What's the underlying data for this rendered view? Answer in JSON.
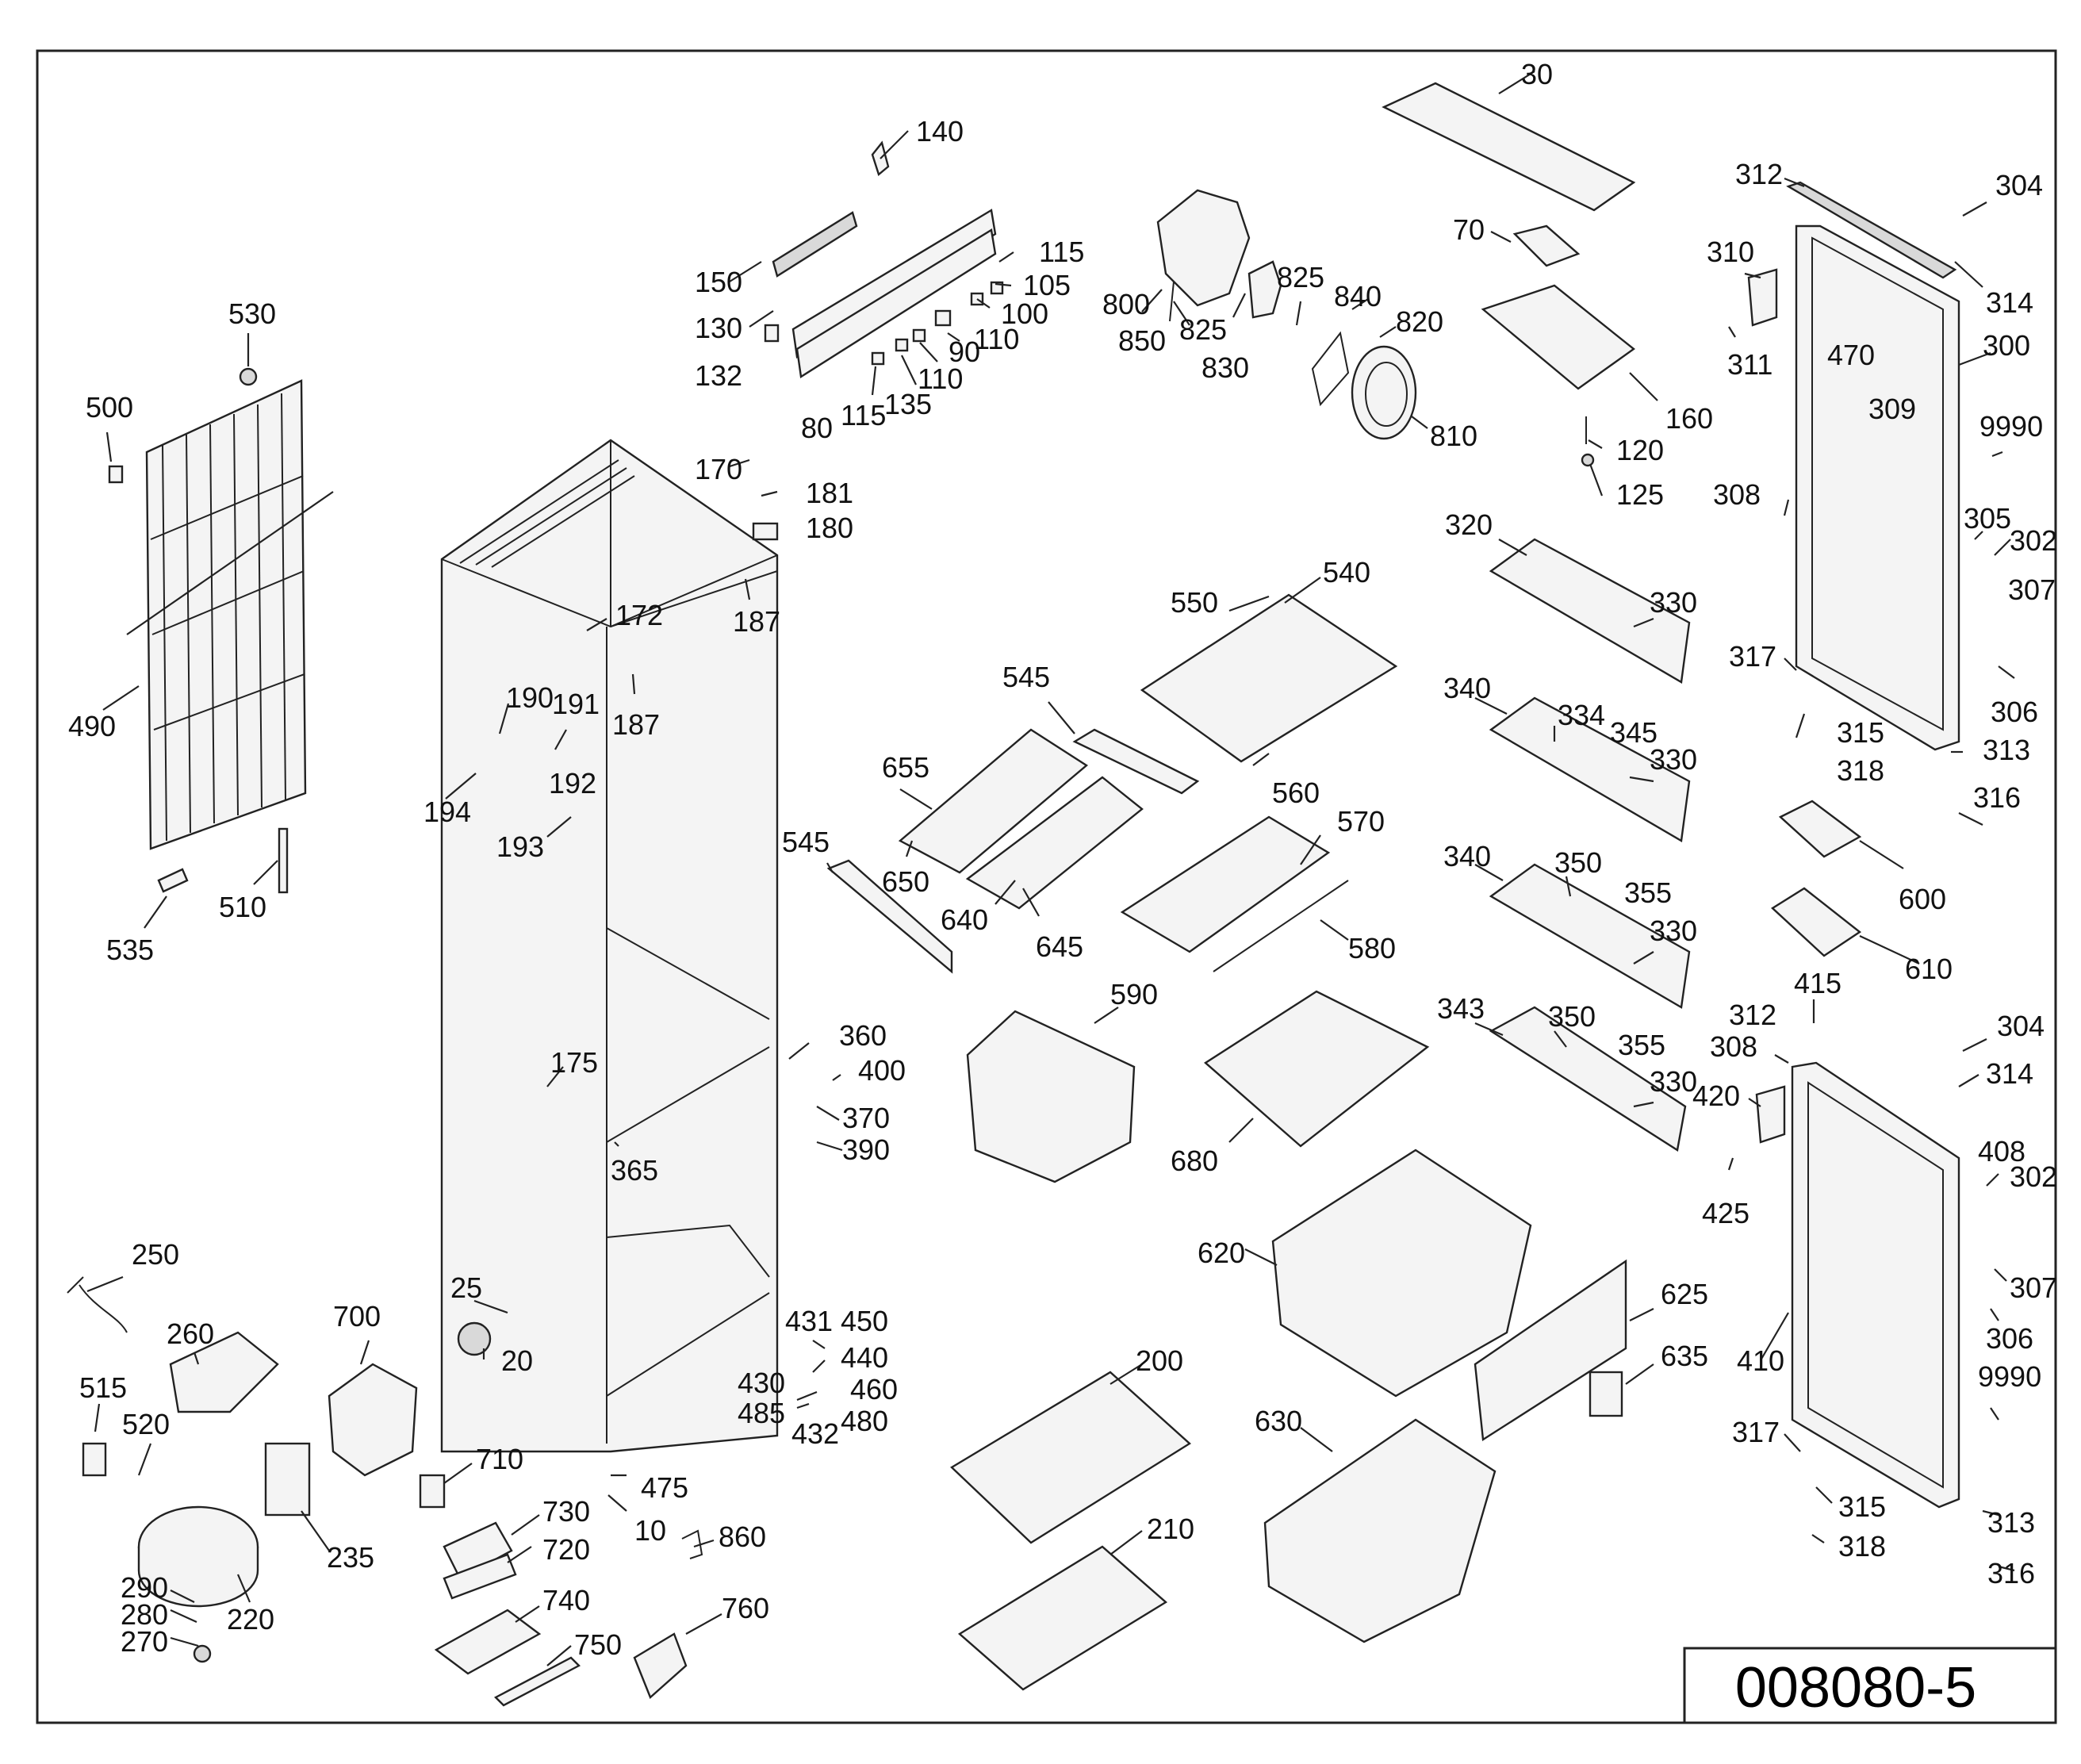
{
  "document_number": "008080-5",
  "part_labels": [
    {
      "id": "p30",
      "text": "30"
    },
    {
      "id": "p70",
      "text": "70"
    },
    {
      "id": "p160",
      "text": "160"
    },
    {
      "id": "p120",
      "text": "120"
    },
    {
      "id": "p125",
      "text": "125"
    },
    {
      "id": "p140",
      "text": "140"
    },
    {
      "id": "p150",
      "text": "150"
    },
    {
      "id": "p130",
      "text": "130"
    },
    {
      "id": "p132",
      "text": "132"
    },
    {
      "id": "p80",
      "text": "80"
    },
    {
      "id": "p115a",
      "text": "115"
    },
    {
      "id": "p135",
      "text": "135"
    },
    {
      "id": "p110a",
      "text": "110"
    },
    {
      "id": "p90",
      "text": "90"
    },
    {
      "id": "p110b",
      "text": "110"
    },
    {
      "id": "p100",
      "text": "100"
    },
    {
      "id": "p105",
      "text": "105"
    },
    {
      "id": "p115b",
      "text": "115"
    },
    {
      "id": "p800",
      "text": "800"
    },
    {
      "id": "p850",
      "text": "850"
    },
    {
      "id": "p825a",
      "text": "825"
    },
    {
      "id": "p825b",
      "text": "825"
    },
    {
      "id": "p840",
      "text": "840"
    },
    {
      "id": "p820",
      "text": "820"
    },
    {
      "id": "p830",
      "text": "830"
    },
    {
      "id": "p810",
      "text": "810"
    },
    {
      "id": "p530",
      "text": "530"
    },
    {
      "id": "p500",
      "text": "500"
    },
    {
      "id": "p490",
      "text": "490"
    },
    {
      "id": "p535",
      "text": "535"
    },
    {
      "id": "p510",
      "text": "510"
    },
    {
      "id": "p170",
      "text": "170"
    },
    {
      "id": "p181",
      "text": "181"
    },
    {
      "id": "p180",
      "text": "180"
    },
    {
      "id": "p172",
      "text": "172"
    },
    {
      "id": "p187a",
      "text": "187"
    },
    {
      "id": "p187b",
      "text": "187"
    },
    {
      "id": "p190",
      "text": "190"
    },
    {
      "id": "p191",
      "text": "191"
    },
    {
      "id": "p192",
      "text": "192"
    },
    {
      "id": "p194",
      "text": "194"
    },
    {
      "id": "p193",
      "text": "193"
    },
    {
      "id": "p175",
      "text": "175"
    },
    {
      "id": "p365",
      "text": "365"
    },
    {
      "id": "p25",
      "text": "25"
    },
    {
      "id": "p20",
      "text": "20"
    },
    {
      "id": "p10",
      "text": "10"
    },
    {
      "id": "p475",
      "text": "475"
    },
    {
      "id": "p360",
      "text": "360"
    },
    {
      "id": "p400",
      "text": "400"
    },
    {
      "id": "p370",
      "text": "370"
    },
    {
      "id": "p390",
      "text": "390"
    },
    {
      "id": "p431",
      "text": "431"
    },
    {
      "id": "p450",
      "text": "450"
    },
    {
      "id": "p440",
      "text": "440"
    },
    {
      "id": "p430",
      "text": "430"
    },
    {
      "id": "p460",
      "text": "460"
    },
    {
      "id": "p485",
      "text": "485"
    },
    {
      "id": "p432",
      "text": "432"
    },
    {
      "id": "p480",
      "text": "480"
    },
    {
      "id": "p545a",
      "text": "545"
    },
    {
      "id": "p545b",
      "text": "545"
    },
    {
      "id": "p550",
      "text": "550"
    },
    {
      "id": "p540",
      "text": "540"
    },
    {
      "id": "p560",
      "text": "560"
    },
    {
      "id": "p655",
      "text": "655"
    },
    {
      "id": "p650",
      "text": "650"
    },
    {
      "id": "p640",
      "text": "640"
    },
    {
      "id": "p645",
      "text": "645"
    },
    {
      "id": "p570",
      "text": "570"
    },
    {
      "id": "p580",
      "text": "580"
    },
    {
      "id": "p590",
      "text": "590"
    },
    {
      "id": "p680",
      "text": "680"
    },
    {
      "id": "p620",
      "text": "620"
    },
    {
      "id": "p625",
      "text": "625"
    },
    {
      "id": "p635",
      "text": "635"
    },
    {
      "id": "p630",
      "text": "630"
    },
    {
      "id": "p200",
      "text": "200"
    },
    {
      "id": "p210",
      "text": "210"
    },
    {
      "id": "p320",
      "text": "320"
    },
    {
      "id": "p330a",
      "text": "330"
    },
    {
      "id": "p340a",
      "text": "340"
    },
    {
      "id": "p334",
      "text": "334"
    },
    {
      "id": "p345",
      "text": "345"
    },
    {
      "id": "p330b",
      "text": "330"
    },
    {
      "id": "p340b",
      "text": "340"
    },
    {
      "id": "p350a",
      "text": "350"
    },
    {
      "id": "p355a",
      "text": "355"
    },
    {
      "id": "p330c",
      "text": "330"
    },
    {
      "id": "p343",
      "text": "343"
    },
    {
      "id": "p350b",
      "text": "350"
    },
    {
      "id": "p355b",
      "text": "355"
    },
    {
      "id": "p330d",
      "text": "330"
    },
    {
      "id": "p312a",
      "text": "312"
    },
    {
      "id": "p304a",
      "text": "304"
    },
    {
      "id": "p310",
      "text": "310"
    },
    {
      "id": "p314a",
      "text": "314"
    },
    {
      "id": "p311",
      "text": "311"
    },
    {
      "id": "p470",
      "text": "470"
    },
    {
      "id": "p300",
      "text": "300"
    },
    {
      "id": "p309",
      "text": "309"
    },
    {
      "id": "p9990a",
      "text": "9990"
    },
    {
      "id": "p308a",
      "text": "308"
    },
    {
      "id": "p305",
      "text": "305"
    },
    {
      "id": "p302a",
      "text": "302"
    },
    {
      "id": "p307a",
      "text": "307"
    },
    {
      "id": "p317a",
      "text": "317"
    },
    {
      "id": "p306a",
      "text": "306"
    },
    {
      "id": "p315a",
      "text": "315"
    },
    {
      "id": "p313a",
      "text": "313"
    },
    {
      "id": "p318a",
      "text": "318"
    },
    {
      "id": "p316a",
      "text": "316"
    },
    {
      "id": "p600",
      "text": "600"
    },
    {
      "id": "p610",
      "text": "610"
    },
    {
      "id": "p415",
      "text": "415"
    },
    {
      "id": "p312b",
      "text": "312"
    },
    {
      "id": "p304b",
      "text": "304"
    },
    {
      "id": "p308b",
      "text": "308"
    },
    {
      "id": "p314b",
      "text": "314"
    },
    {
      "id": "p420",
      "text": "420"
    },
    {
      "id": "p408",
      "text": "408"
    },
    {
      "id": "p302b",
      "text": "302"
    },
    {
      "id": "p425",
      "text": "425"
    },
    {
      "id": "p307b",
      "text": "307"
    },
    {
      "id": "p306b",
      "text": "306"
    },
    {
      "id": "p410",
      "text": "410"
    },
    {
      "id": "p9990b",
      "text": "9990"
    },
    {
      "id": "p317b",
      "text": "317"
    },
    {
      "id": "p315b",
      "text": "315"
    },
    {
      "id": "p313b",
      "text": "313"
    },
    {
      "id": "p318b",
      "text": "318"
    },
    {
      "id": "p316b",
      "text": "316"
    },
    {
      "id": "p250",
      "text": "250"
    },
    {
      "id": "p260",
      "text": "260"
    },
    {
      "id": "p515",
      "text": "515"
    },
    {
      "id": "p520",
      "text": "520"
    },
    {
      "id": "p290",
      "text": "290"
    },
    {
      "id": "p280",
      "text": "280"
    },
    {
      "id": "p270",
      "text": "270"
    },
    {
      "id": "p220",
      "text": "220"
    },
    {
      "id": "p235",
      "text": "235"
    },
    {
      "id": "p700",
      "text": "700"
    },
    {
      "id": "p710",
      "text": "710"
    },
    {
      "id": "p730",
      "text": "730"
    },
    {
      "id": "p720",
      "text": "720"
    },
    {
      "id": "p740",
      "text": "740"
    },
    {
      "id": "p750",
      "text": "750"
    },
    {
      "id": "p860",
      "text": "860"
    },
    {
      "id": "p760",
      "text": "760"
    }
  ]
}
